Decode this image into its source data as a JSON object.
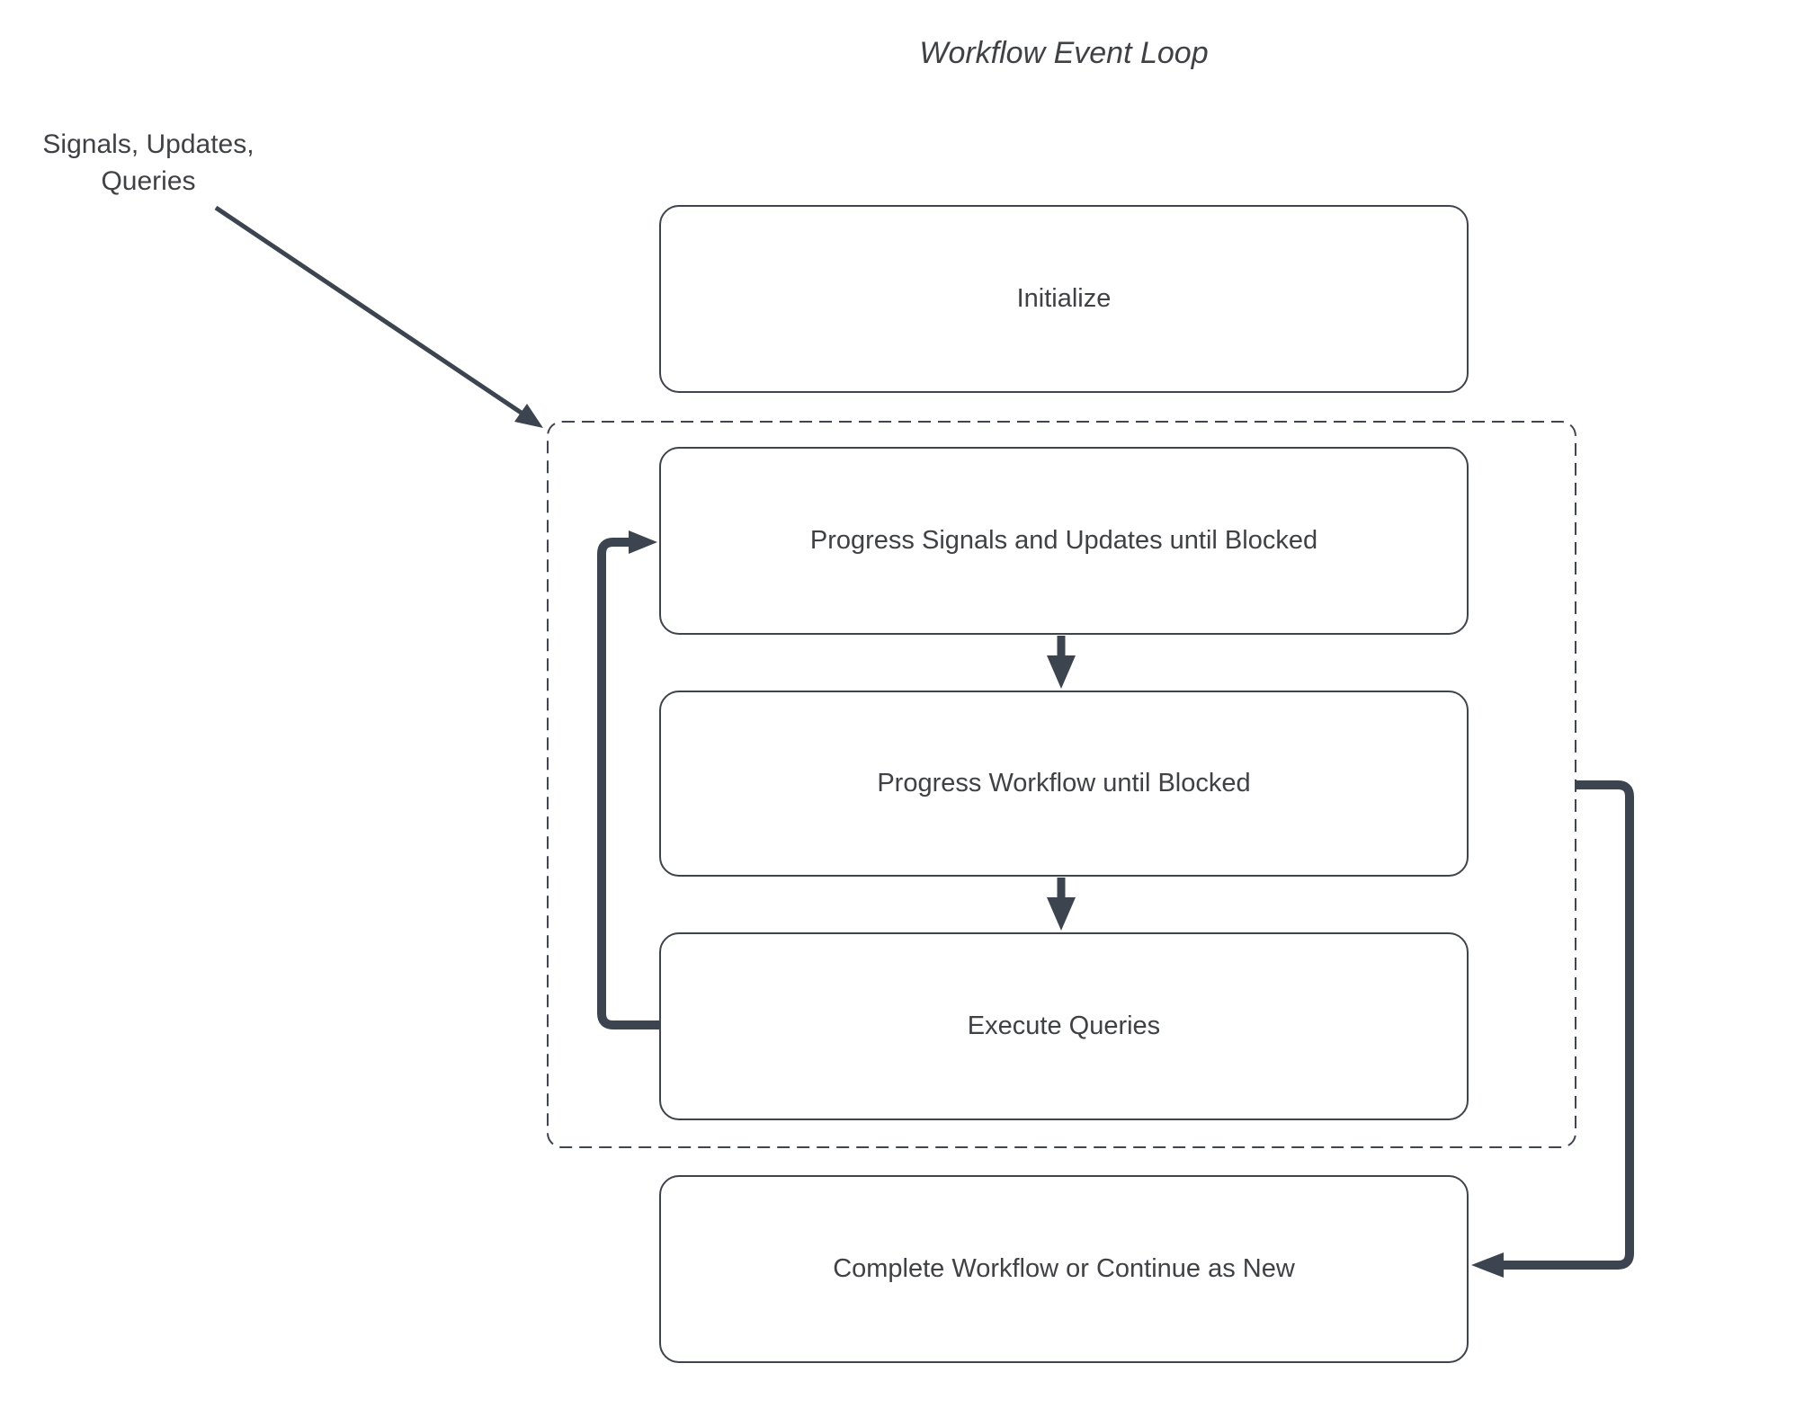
{
  "title": "Workflow Event Loop",
  "annotation": {
    "label": "Signals, Updates,\nQueries"
  },
  "nodes": {
    "initialize": {
      "label": "Initialize"
    },
    "progress_signals": {
      "label": "Progress Signals and Updates until Blocked"
    },
    "progress_workflow": {
      "label": "Progress Workflow until Blocked"
    },
    "execute_queries": {
      "label": "Execute Queries"
    },
    "complete": {
      "label": "Complete Workflow or Continue as New"
    }
  },
  "connectors": {
    "input_arrow": "signals-updates-queries-into-event-loop",
    "step_arrow_1": "progress-signals-to-progress-workflow",
    "step_arrow_2": "progress-workflow-to-execute-queries",
    "loop_back": "execute-queries-back-to-progress-signals",
    "continue_out": "event-loop-to-complete-workflow"
  },
  "colors": {
    "background": "#ffffff",
    "accent": "#3c4450",
    "box_border": "#3f434b",
    "dashed_border": "#40454f",
    "text": "#3f4145"
  }
}
